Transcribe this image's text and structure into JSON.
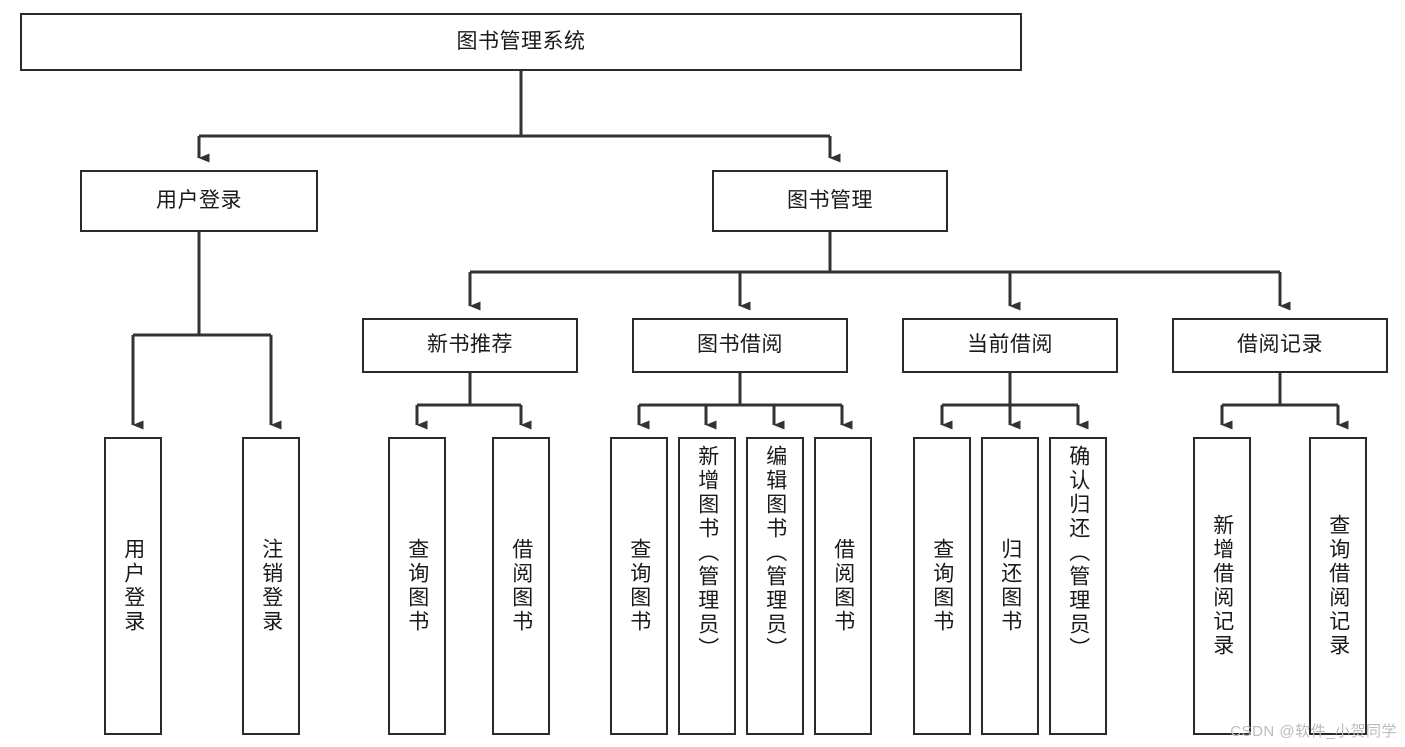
{
  "diagram": {
    "title": "图书管理系统",
    "type": "hierarchy-tree",
    "orientation": "top-down",
    "levels": 4,
    "colors": {
      "box_border": "#2b2b2b",
      "box_fill": "#ffffff",
      "connector": "#333333",
      "text": "#1a1a1a",
      "watermark": "#bcbcbc",
      "background": "#ffffff"
    },
    "root": {
      "label": "图书管理系统"
    },
    "level2": [
      {
        "id": "user-login",
        "label": "用户登录"
      },
      {
        "id": "book-manage",
        "label": "图书管理"
      }
    ],
    "level3": [
      {
        "id": "new-book-recommend",
        "label": "新书推荐",
        "parent": "book-manage"
      },
      {
        "id": "book-borrow",
        "label": "图书借阅",
        "parent": "book-manage"
      },
      {
        "id": "current-borrow",
        "label": "当前借阅",
        "parent": "book-manage"
      },
      {
        "id": "borrow-record",
        "label": "借阅记录",
        "parent": "book-manage"
      }
    ],
    "leaves": {
      "user_login": [
        {
          "id": "leaf-user-login",
          "label": "用户登录"
        },
        {
          "id": "leaf-user-logout",
          "label": "注销登录"
        }
      ],
      "new_book_recommend": [
        {
          "id": "leaf-query-book-1",
          "label": "查询图书"
        },
        {
          "id": "leaf-borrow-book-1",
          "label": "借阅图书"
        }
      ],
      "book_borrow": [
        {
          "id": "leaf-query-book-2",
          "label": "查询图书"
        },
        {
          "id": "leaf-add-book",
          "label": "新增图书（管理员）"
        },
        {
          "id": "leaf-edit-book",
          "label": "编辑图书（管理员）"
        },
        {
          "id": "leaf-borrow-book-2",
          "label": "借阅图书"
        }
      ],
      "current_borrow": [
        {
          "id": "leaf-query-book-3",
          "label": "查询图书"
        },
        {
          "id": "leaf-return-book",
          "label": "归还图书"
        },
        {
          "id": "leaf-confirm-return",
          "label": "确认归还（管理员）"
        }
      ],
      "borrow_record": [
        {
          "id": "leaf-add-record",
          "label": "新增借阅记录"
        },
        {
          "id": "leaf-query-record",
          "label": "查询借阅记录"
        }
      ]
    },
    "watermark": "CSDN @软件_小贺同学"
  }
}
